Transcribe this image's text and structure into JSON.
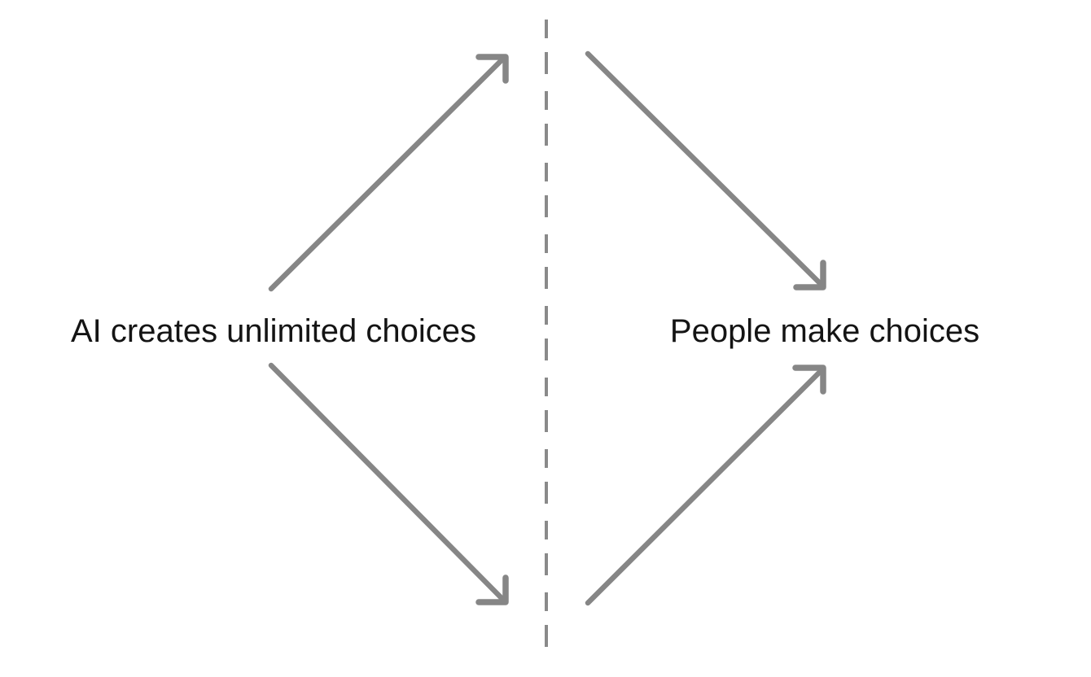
{
  "diagram": {
    "background": "#ffffff",
    "text_color": "#141414",
    "arrow_color": "#868686",
    "left_label": "AI creates unlimited choices",
    "right_label": "People make choices",
    "divider": {
      "style": "vertical-dashed-line",
      "color": "#8a8a8a"
    },
    "arrows": [
      {
        "name": "left-label-to-top-center",
        "direction": "up-right"
      },
      {
        "name": "top-center-to-right-label",
        "direction": "down-right"
      },
      {
        "name": "left-label-to-bottom-center",
        "direction": "down-right"
      },
      {
        "name": "bottom-center-to-right-label",
        "direction": "up-right"
      }
    ]
  }
}
